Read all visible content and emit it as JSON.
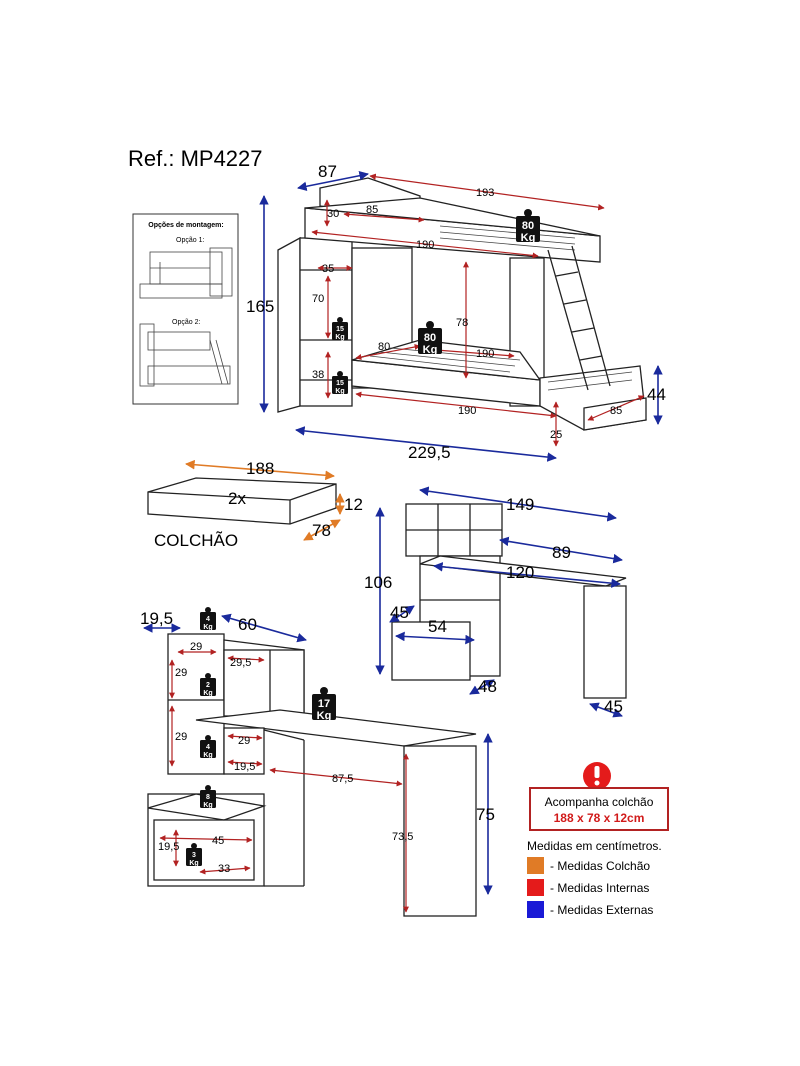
{
  "ref": "Ref.: MP4227",
  "colors": {
    "external": "#1a2a9c",
    "internal": "#b22222",
    "mattress": "#e07b26",
    "line": "#222222"
  },
  "montagem": {
    "title": "Opções de montagem:",
    "option1": "Opção 1:",
    "option2": "Opção 2:"
  },
  "bed": {
    "depth": "87",
    "length_top": "193",
    "d30": "30",
    "d85_top": "85",
    "d190_top": "190",
    "d35": "35",
    "height": "165",
    "d70": "70",
    "d78": "78",
    "d80": "80",
    "d190_mid": "190",
    "d38": "38",
    "d190_bottom": "190",
    "d85_right": "85",
    "d44": "44",
    "d25": "25",
    "total_width": "229,5"
  },
  "mattress": {
    "length": "188",
    "qty": "2x",
    "thickness": "12",
    "width": "78",
    "label": "COLCHÃO"
  },
  "desk_right": {
    "w149": "149",
    "w89": "89",
    "w120": "120",
    "h106": "106",
    "d45": "45",
    "w54": "54",
    "d48": "48",
    "d45b": "45"
  },
  "desk_left": {
    "d19_5": "19,5",
    "w60": "60",
    "d29a": "29",
    "d29_5": "29,5",
    "d29b": "29",
    "d29c": "29",
    "d29d": "29",
    "d19_5b": "19,5",
    "d87_5": "87,5",
    "h75": "75",
    "h73_5": "73,5",
    "d19_5c": "19,5",
    "d45": "45",
    "d33": "33"
  },
  "weights": {
    "kg": "Kg",
    "w80_top": "80",
    "w80_mid": "80",
    "w15_a": "15",
    "w15_b": "15",
    "w4_a": "4",
    "w2": "2",
    "w4_b": "4",
    "w17": "17",
    "w8": "8",
    "w3": "3"
  },
  "legend": {
    "warning": "Acompanha colchão",
    "size": "188 x 78 x 12cm",
    "heading": "Medidas em centímetros.",
    "items": [
      {
        "label": "- Medidas Colchão",
        "color": "#e07b26"
      },
      {
        "label": "- Medidas Internas",
        "color": "#e41b1b"
      },
      {
        "label": "- Medidas Externas",
        "color": "#1a1ad6"
      }
    ]
  }
}
